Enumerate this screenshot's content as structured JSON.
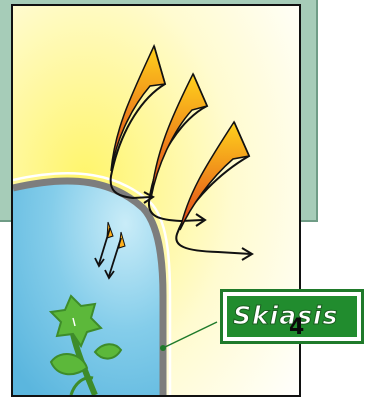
{
  "label": {
    "title": "Skiasis",
    "subscript": "4"
  },
  "colors": {
    "background_panel": "#a6ccb8",
    "sun_glow": "#fff56a",
    "cell_fill": "#7cc8e8",
    "cell_wall": "#7d7d7d",
    "plant": "#5cb83a",
    "ray_start": "#ffcf1a",
    "ray_end": "#e2401a",
    "label_green": "#218c2e"
  },
  "icons": [
    "sun-ray-arrow",
    "plant-seedling",
    "cell-wall",
    "leader-line"
  ]
}
